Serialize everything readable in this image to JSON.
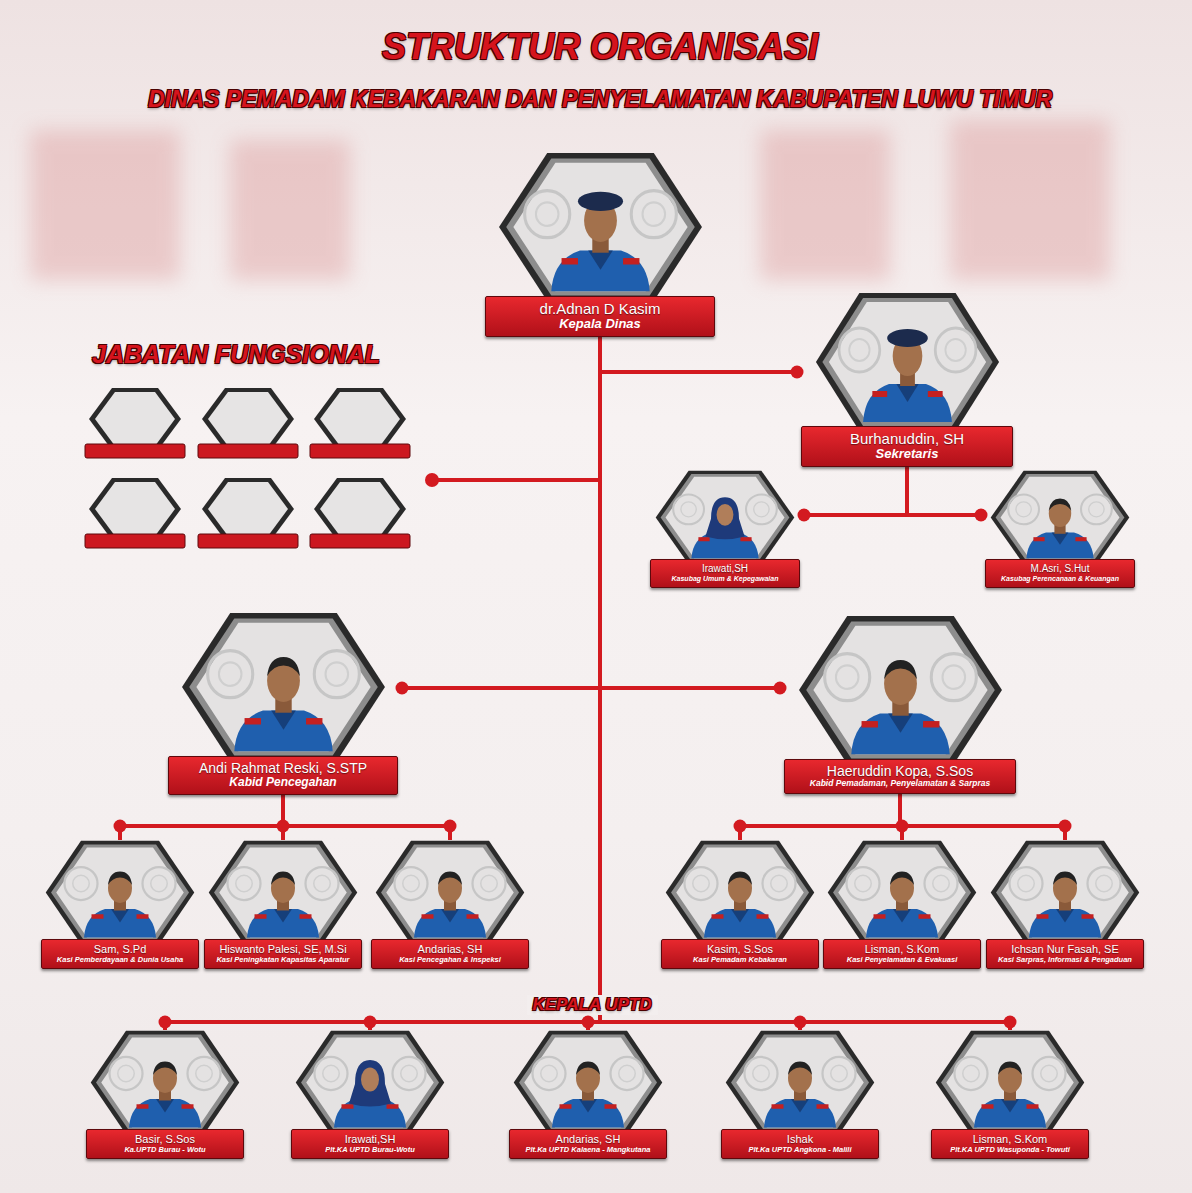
{
  "diagram": {
    "title": "STRUKTUR ORGANISASI",
    "nodes": [
      {
        "text": [
          "dr.Adnan D Kasim",
          "Kepala Dinas"
        ]
      },
      {
        "text": [
          "Burhanuddin, SH",
          "Sekretaris"
        ]
      },
      {
        "text": [
          "Irawati,SH",
          "Kasubag Umum & Kepegawaian"
        ]
      },
      {
        "text": [
          "M.Asri, S.Hut",
          "Kasubag Perencanaan & Keuangan"
        ]
      },
      {
        "text": [
          "Andi Rahmat Reski, S.STP",
          "Kabid Pencegahan"
        ]
      },
      {
        "text": [
          "Haeruddin Kopa, S.Sos",
          "Kabid Pemadaman, Penyelamatan & Sarpras"
        ]
      },
      {
        "text": [
          "Sam, S.Pd",
          "Kasi Pemberdayaan & Dunia Usaha"
        ]
      },
      {
        "text": [
          "Hiswanto Palesi, SE, M.Si",
          "Kasi Peningkatan Kapasitas Aparatur"
        ]
      },
      {
        "text": [
          "Andarias, SH",
          "Kasi Pencegahan & Inspeksi"
        ]
      },
      {
        "text": [
          "Kasim, S.Sos",
          "Kasi Pemadam Kebakaran"
        ]
      },
      {
        "text": [
          "Lisman, S.Kom",
          "Kasi Penyelamatan & Evakuasi"
        ]
      },
      {
        "text": [
          "Ichsan Nur Fasah, SE",
          "Kasi Sarpras, Informasi & Pengaduan"
        ]
      },
      {
        "text": [
          "Basir, S.Sos",
          "Ka.UPTD Burau - Wotu"
        ]
      },
      {
        "text": [
          "Irawati,SH",
          "Plt.KA UPTD Burau-Wotu"
        ]
      },
      {
        "text": [
          "Andarias, SH",
          "Plt.Ka UPTD Kalaena - Mangkutana"
        ]
      },
      {
        "text": [
          "Ishak",
          "Plt.Ka UPTD Angkona - Malili"
        ]
      },
      {
        "text": [
          "Lisman, S.Kom",
          "Plt.KA UPTD Wasuponda - Towuti"
        ]
      }
    ],
    "edges": [
      {
        "from": 0,
        "to": 1,
        "arrow": "none"
      },
      {
        "from": 1,
        "to": 2,
        "arrow": "none"
      },
      {
        "from": 1,
        "to": 3,
        "arrow": "none"
      },
      {
        "from": 0,
        "to": 4,
        "arrow": "none"
      },
      {
        "from": 0,
        "to": 5,
        "arrow": "none"
      },
      {
        "from": 4,
        "to": 6,
        "arrow": "none"
      },
      {
        "from": 4,
        "to": 7,
        "arrow": "none"
      },
      {
        "from": 4,
        "to": 8,
        "arrow": "none"
      },
      {
        "from": 5,
        "to": 9,
        "arrow": "none"
      },
      {
        "from": 5,
        "to": 10,
        "arrow": "none"
      },
      {
        "from": 5,
        "to": 11,
        "arrow": "none"
      },
      {
        "from": 0,
        "to": 12,
        "arrow": "none"
      },
      {
        "from": 0,
        "to": 13,
        "arrow": "none"
      },
      {
        "from": 0,
        "to": 14,
        "arrow": "none"
      },
      {
        "from": 0,
        "to": 15,
        "arrow": "none"
      },
      {
        "from": 0,
        "to": 16,
        "arrow": "none"
      }
    ],
    "labels": [
      "DINAS PEMADAM KEBAKARAN DAN PENYELAMATAN KABUPATEN LUWU TIMUR",
      "JABATAN FUNGSIONAL",
      "KEPALA UPTD"
    ]
  }
}
